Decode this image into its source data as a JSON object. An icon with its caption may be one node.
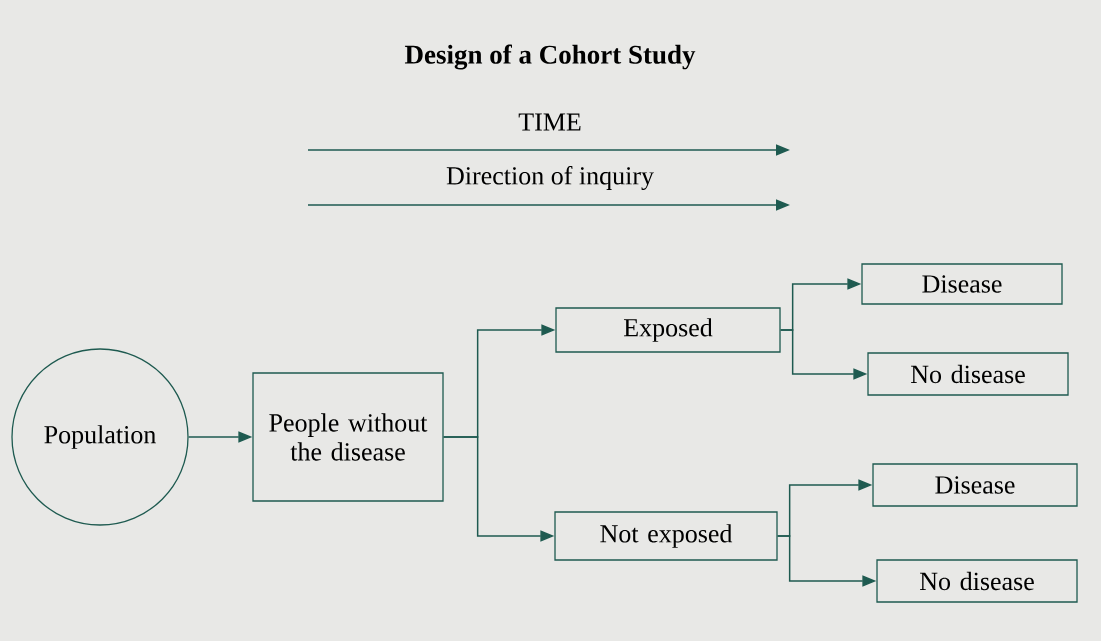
{
  "diagram": {
    "title": "Design of a Cohort Study",
    "nodes": [
      {
        "text": [
          "Population"
        ]
      },
      {
        "text": [
          "People without the disease"
        ]
      },
      {
        "text": [
          "Exposed"
        ]
      },
      {
        "text": [
          "Not exposed"
        ]
      },
      {
        "text": [
          "Disease"
        ]
      },
      {
        "text": [
          "No disease"
        ]
      },
      {
        "text": [
          "Disease"
        ]
      },
      {
        "text": [
          "No disease"
        ]
      }
    ],
    "edges": [
      {
        "from": 0,
        "to": 1,
        "arrow": "to"
      },
      {
        "from": 1,
        "to": 2,
        "arrow": "to"
      },
      {
        "from": 1,
        "to": 3,
        "arrow": "to"
      },
      {
        "from": 2,
        "to": 4,
        "arrow": "to"
      },
      {
        "from": 2,
        "to": 5,
        "arrow": "to"
      },
      {
        "from": 3,
        "to": 6,
        "arrow": "to"
      },
      {
        "from": 3,
        "to": 7,
        "arrow": "to"
      }
    ],
    "labels": [
      "TIME",
      "Direction of inquiry"
    ]
  }
}
